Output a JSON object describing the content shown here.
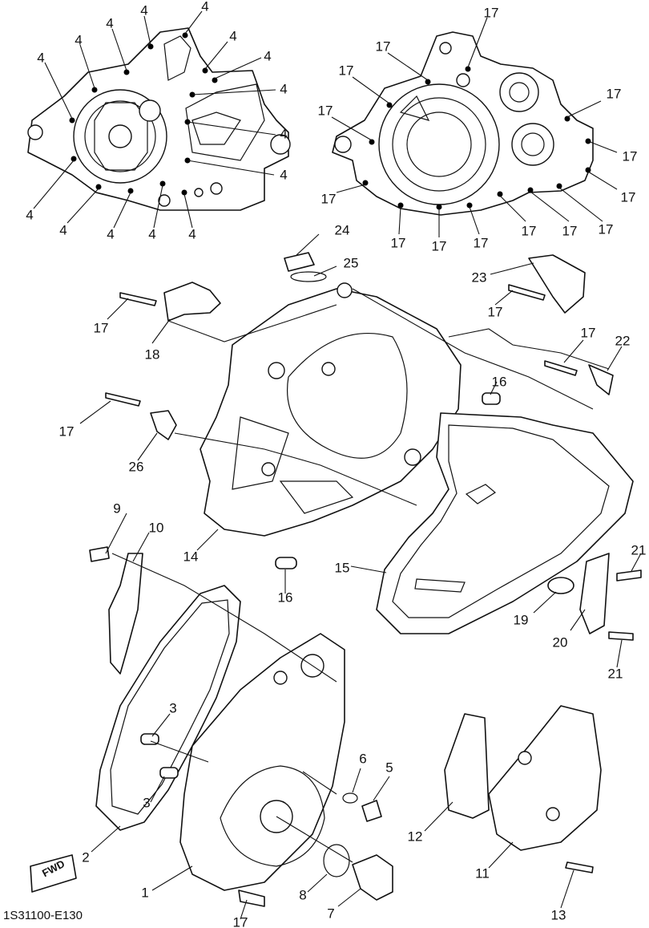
{
  "diagram": {
    "code": "1S31100-E130",
    "fwd_label": "FWD",
    "callouts": {
      "c4_1": "4",
      "c4_2": "4",
      "c4_3": "4",
      "c4_4": "4",
      "c4_5": "4",
      "c4_6": "4",
      "c4_7": "4",
      "c4_8": "4",
      "c4_9": "4",
      "c4_10": "4",
      "c4_11": "4",
      "c4_12": "4",
      "c4_13": "4",
      "c4_14": "4",
      "c4_15": "4",
      "c17_1": "17",
      "c17_2": "17",
      "c17_3": "17",
      "c17_4": "17",
      "c17_5": "17",
      "c17_6": "17",
      "c17_7": "17",
      "c17_8": "17",
      "c17_9": "17",
      "c17_10": "17",
      "c17_11": "17",
      "c17_12": "17",
      "c17_13": "17",
      "c17_14": "17",
      "c17_15": "17",
      "c17_16": "17",
      "c17_17": "17",
      "c17_18": "17",
      "c17_19": "17",
      "c24": "24",
      "c25": "25",
      "c23": "23",
      "c18": "18",
      "c22": "22",
      "c16a": "16",
      "c16b": "16",
      "c26": "26",
      "c14": "14",
      "c15": "15",
      "c9": "9",
      "c10": "10",
      "c19": "19",
      "c20": "20",
      "c21a": "21",
      "c21b": "21",
      "c3a": "3",
      "c3b": "3",
      "c6": "6",
      "c5": "5",
      "c12": "12",
      "c2": "2",
      "c11": "11",
      "c1": "1",
      "c8": "8",
      "c7": "7",
      "c13": "13"
    }
  }
}
